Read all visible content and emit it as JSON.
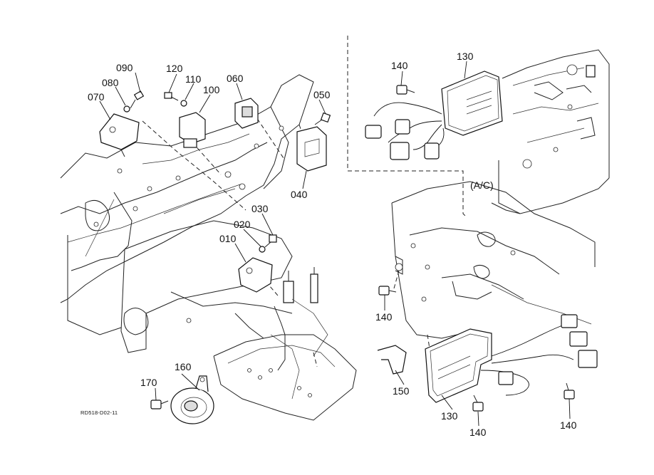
{
  "labels": {
    "p010": "010",
    "p020": "020",
    "p030": "030",
    "p040": "040",
    "p050": "050",
    "p060": "060",
    "p070": "070",
    "p080": "080",
    "p090": "090",
    "p100": "100",
    "p110": "110",
    "p120": "120",
    "p130a": "130",
    "p130b": "130",
    "p140a": "140",
    "p140b": "140",
    "p140c": "140",
    "p140d": "140",
    "p150": "150",
    "p160": "160",
    "p170": "170",
    "ac": "(A/C)",
    "ref": "RD518-D02-11"
  },
  "colors": {
    "line": "#222222",
    "background": "#ffffff"
  }
}
